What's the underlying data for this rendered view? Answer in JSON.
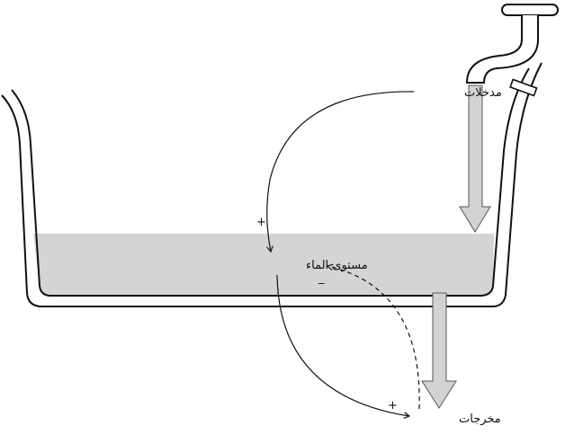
{
  "diagram": {
    "labels": {
      "inputs": "مدخلات",
      "water_level": "مستوى الماء",
      "outputs": "مخرجات"
    },
    "signs": {
      "inputs_to_level": "+",
      "level_to_outputs": "+",
      "outputs_to_level": "_"
    }
  },
  "colors": {
    "water": "#d4d4d4",
    "flow_arrow": "#d2d2d2",
    "outline": "#111111"
  }
}
